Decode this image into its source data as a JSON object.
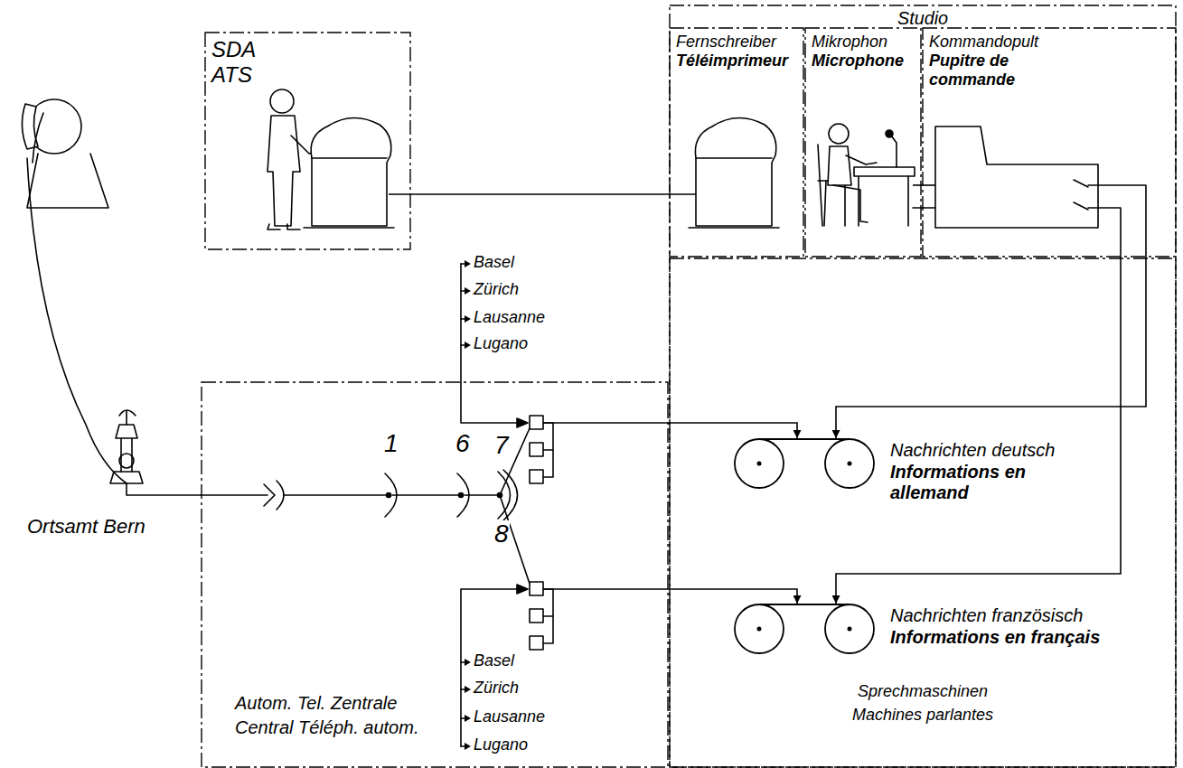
{
  "diagram": {
    "nodes": [
      {
        "text": [
          "Studio"
        ]
      },
      {
        "text": [
          "SDA ATS"
        ]
      },
      {
        "text": [
          "Fernschreiber",
          "Téléimprimeur"
        ],
        "in": 0
      },
      {
        "text": [
          "Mikrophon",
          "Microphone"
        ],
        "in": 0
      },
      {
        "text": [
          "Kommandopult",
          "Pupitre de commande"
        ],
        "in": 0
      },
      {
        "text": [
          "Sprechmaschinen",
          "Machines parlantes"
        ],
        "in": 0
      },
      {
        "text": [
          "Nachrichten deutsch",
          "Informations en allemand"
        ],
        "in": 5
      },
      {
        "text": [
          "Nachrichten französisch",
          "Informations en français"
        ],
        "in": 5
      },
      {
        "text": [
          "Autom. Tel. Zentrale",
          "Central Téléph. autom."
        ]
      },
      {
        "text": [
          "Ortsamt Bern"
        ]
      }
    ],
    "edges": [
      {
        "from": 1,
        "to": 2,
        "arrow": "none"
      },
      {
        "from": 3,
        "to": 4,
        "arrow": "none"
      },
      {
        "from": 4,
        "to": 6,
        "arrow": "to"
      },
      {
        "from": 4,
        "to": 7,
        "arrow": "to"
      },
      {
        "from": 9,
        "to": 8,
        "arrow": "none"
      },
      {
        "from": 8,
        "to": 6,
        "arrow": "to"
      },
      {
        "from": 8,
        "to": 7,
        "arrow": "to"
      }
    ],
    "labels": [
      "1",
      "6",
      "7",
      "8",
      "Basel",
      "Zürich",
      "Lausanne",
      "Lugano",
      "Basel",
      "Zürich",
      "Lausanne",
      "Lugano"
    ]
  }
}
